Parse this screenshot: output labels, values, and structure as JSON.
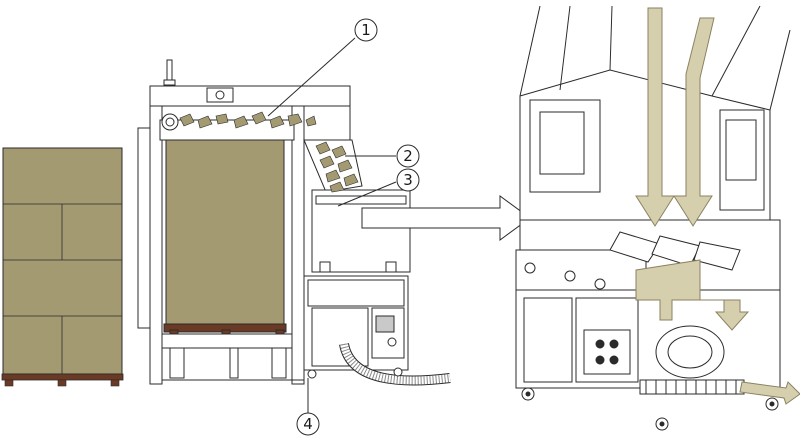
{
  "callouts": [
    {
      "id": "callout-1",
      "label": "1"
    },
    {
      "id": "callout-2",
      "label": "2"
    },
    {
      "id": "callout-3",
      "label": "3"
    },
    {
      "id": "callout-4",
      "label": "4"
    }
  ],
  "colors": {
    "material": "#a49a72",
    "material_light": "#c9c19c",
    "material_dark": "#7d7450",
    "line": "#2b2b2b",
    "machine_fill": "#f4f4f4",
    "pallet": "#6b3a24",
    "arrow_fill": "#d9d3b8",
    "flow_arrow": "#d6cfae"
  },
  "icons": {
    "pallet": "pallet-stack-icon",
    "machine": "feeder-machine-icon",
    "detail": "processing-unit-detail-icon",
    "transfer_arrow": "transfer-arrow-icon"
  }
}
